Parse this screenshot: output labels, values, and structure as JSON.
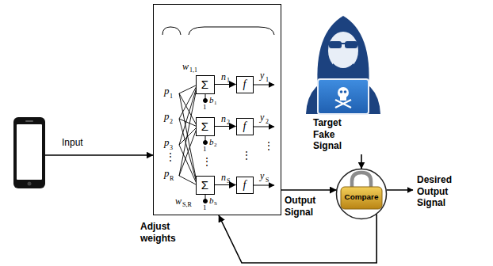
{
  "diagram": {
    "nodes": [
      {
        "text": [
          "Input"
        ]
      },
      {
        "text": [
          "Adjust weights"
        ]
      },
      {
        "text": [
          "Σ"
        ],
        "in": 1
      },
      {
        "text": [
          "f"
        ],
        "in": 1
      },
      {
        "text": [
          "Σ"
        ],
        "in": 1
      },
      {
        "text": [
          "f"
        ],
        "in": 1
      },
      {
        "text": [
          "Σ"
        ],
        "in": 1
      },
      {
        "text": [
          "f"
        ],
        "in": 1
      },
      {
        "text": [
          "Target Fake Signal"
        ]
      },
      {
        "text": [
          "Compare"
        ]
      }
    ],
    "edges": [
      {
        "from": 0,
        "to": 1,
        "arrow": "to"
      },
      {
        "from": 1,
        "to": 9,
        "label": "Output Signal",
        "arrow": "to"
      },
      {
        "from": 8,
        "to": 9,
        "arrow": "to"
      },
      {
        "from": 9,
        "to": 1,
        "arrow": "to"
      },
      {
        "from": 2,
        "to": 3,
        "arrow": "to"
      },
      {
        "from": 4,
        "to": 5,
        "arrow": "to"
      },
      {
        "from": 6,
        "to": 7,
        "arrow": "to"
      }
    ],
    "labels": [
      "p",
      "1",
      "p",
      "2",
      "p",
      "3",
      "⋮",
      "p",
      "R",
      "w",
      "1,1",
      "w",
      "S,R",
      "n",
      "1",
      "y",
      "1",
      "b",
      "1",
      "1",
      "n",
      "2",
      "y",
      "2",
      "b",
      "2",
      "1",
      "n",
      "S",
      "y",
      "S",
      "b",
      "S",
      "1",
      "⋮",
      "⋮",
      "⋮",
      "Desired Output Signal"
    ]
  }
}
